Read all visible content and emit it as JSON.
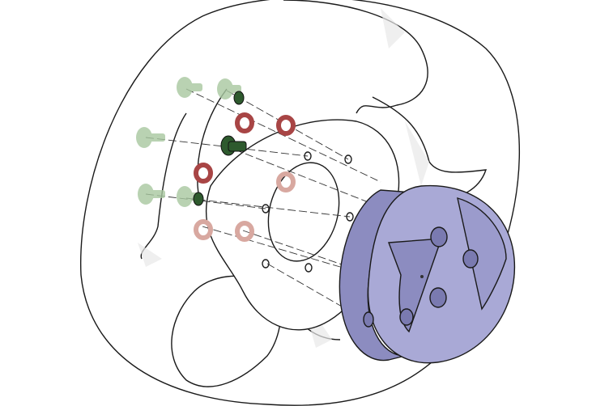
{
  "diagram": {
    "kind": "exploded-view",
    "colors": {
      "background": "#ffffff",
      "outline": "#1a1a1a",
      "wheel_fill": "#ffffff",
      "ghost_shade": "#e6e6e6",
      "hub_adapter": "#a9a9d6",
      "hub_adapter_dark": "#8c8cc0",
      "bolt_ghost": "#a8c8a0",
      "bolt_dark": "#2e5a2e",
      "washer": "#a84545",
      "washer_ghost": "#d8a8a0",
      "guide_line": "#333333"
    },
    "components": [
      {
        "name": "steering-wheel"
      },
      {
        "name": "hub-plate"
      },
      {
        "name": "hub-adapter"
      },
      {
        "name": "mounting-bolts"
      },
      {
        "name": "washers"
      }
    ]
  }
}
